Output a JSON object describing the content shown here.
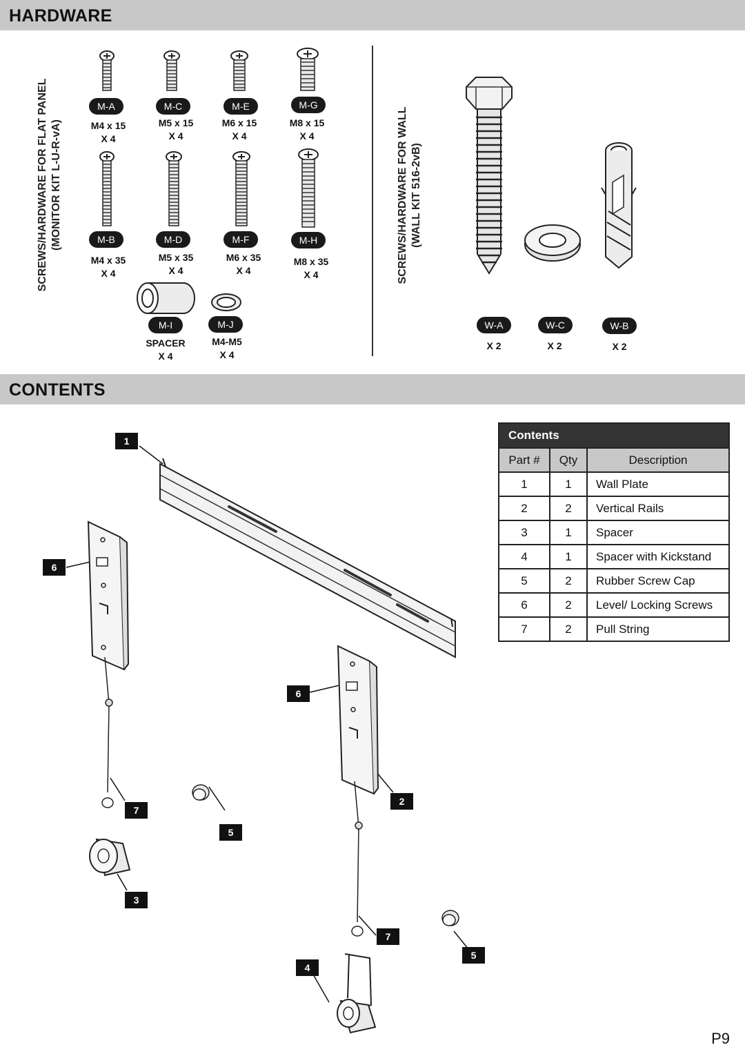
{
  "hardware": {
    "title": "HARDWARE",
    "flat_panel_label_line1": "SCREWS/HARDWARE FOR FLAT PANEL",
    "flat_panel_label_line2": "(MONITOR KIT L-U-R-vA)",
    "wall_label_line1": "SCREWS/HARDWARE FOR WALL",
    "wall_label_line2": "(WALL KIT 516-2vB)",
    "monitor_items": [
      {
        "code": "M-A",
        "size": "M4 x 15",
        "qty": "X 4"
      },
      {
        "code": "M-C",
        "size": "M5 x 15",
        "qty": "X 4"
      },
      {
        "code": "M-E",
        "size": "M6 x 15",
        "qty": "X 4"
      },
      {
        "code": "M-G",
        "size": "M8 x 15",
        "qty": "X 4"
      },
      {
        "code": "M-B",
        "size": "M4 x 35",
        "qty": "X 4"
      },
      {
        "code": "M-D",
        "size": "M5 x 35",
        "qty": "X 4"
      },
      {
        "code": "M-F",
        "size": "M6 x 35",
        "qty": "X 4"
      },
      {
        "code": "M-H",
        "size": "M8 x 35",
        "qty": "X 4"
      },
      {
        "code": "M-I",
        "size": "SPACER",
        "qty": "X 4"
      },
      {
        "code": "M-J",
        "size": "M4-M5",
        "qty": "X 4"
      }
    ],
    "wall_items": [
      {
        "code": "W-A",
        "qty": "X 2"
      },
      {
        "code": "W-C",
        "qty": "X 2"
      },
      {
        "code": "W-B",
        "qty": "X 2"
      }
    ]
  },
  "contents": {
    "title": "CONTENTS",
    "callouts": [
      "1",
      "6",
      "6",
      "2",
      "7",
      "7",
      "5",
      "5",
      "3",
      "4"
    ],
    "table": {
      "caption": "Contents",
      "headers": [
        "Part #",
        "Qty",
        "Description"
      ],
      "rows": [
        [
          "1",
          "1",
          "Wall Plate"
        ],
        [
          "2",
          "2",
          "Vertical Rails"
        ],
        [
          "3",
          "1",
          "Spacer"
        ],
        [
          "4",
          "1",
          "Spacer with Kickstand"
        ],
        [
          "5",
          "2",
          "Rubber Screw Cap"
        ],
        [
          "6",
          "2",
          "Level/ Locking Screws"
        ],
        [
          "7",
          "2",
          "Pull String"
        ]
      ]
    }
  },
  "page_number": "P9",
  "colors": {
    "section_bar": "#c8c8c8",
    "badge": "#1a1a1a",
    "table_caption": "#333333",
    "table_header": "#c8c8c8"
  }
}
